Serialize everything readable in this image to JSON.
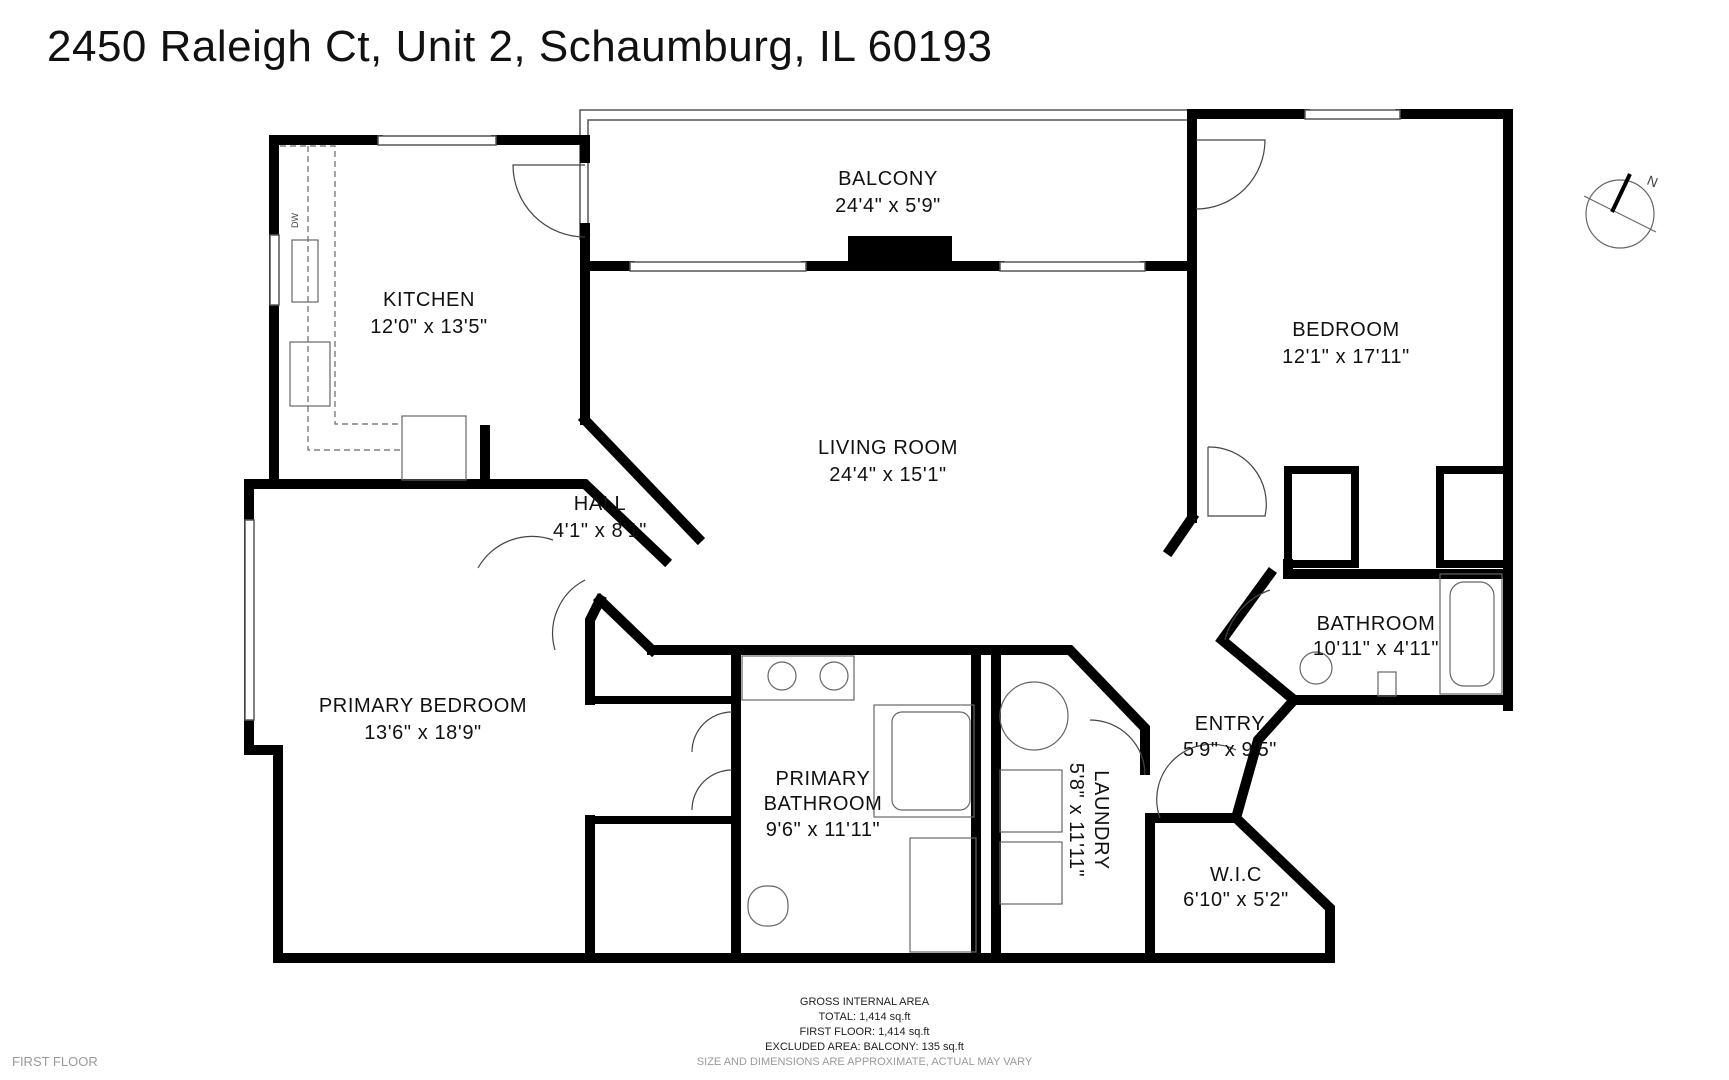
{
  "title": "2450 Raleigh Ct, Unit 2, Schaumburg, IL 60193",
  "rooms": {
    "balcony": {
      "name": "BALCONY",
      "size": "24'4\" x 5'9\""
    },
    "kitchen": {
      "name": "KITCHEN",
      "size": "12'0\" x 13'5\""
    },
    "bedroom": {
      "name": "BEDROOM",
      "size": "12'1\" x 17'11\""
    },
    "living_room": {
      "name": "LIVING ROOM",
      "size": "24'4\" x 15'1\""
    },
    "hall": {
      "name": "HALL",
      "size": "4'1\" x 8'1\""
    },
    "bathroom": {
      "name": "BATHROOM",
      "size": "10'11\" x 4'11\""
    },
    "primary_bedroom": {
      "name": "PRIMARY BEDROOM",
      "size": "13'6\" x 18'9\""
    },
    "primary_bathroom": {
      "name_line1": "PRIMARY",
      "name_line2": "BATHROOM",
      "size": "9'6\" x 11'11\""
    },
    "laundry": {
      "name": "LAUNDRY",
      "size": "5'8\" x 11'11\""
    },
    "entry": {
      "name": "ENTRY",
      "size": "5'9\" x 9'5\""
    },
    "wic": {
      "name": "W.I.C",
      "size": "6'10\" x 5'2\""
    }
  },
  "appliance_labels": {
    "dishwasher": "DW"
  },
  "compass": {
    "icon": "north-arrow-icon",
    "label": "N"
  },
  "area_summary": {
    "heading": "GROSS INTERNAL AREA",
    "total": "TOTAL: 1,414 sq.ft",
    "first_floor": "FIRST FLOOR: 1,414 sq.ft",
    "excluded": "EXCLUDED AREA: BALCONY: 135 sq.ft",
    "disclaimer": "SIZE AND DIMENSIONS ARE APPROXIMATE, ACTUAL MAY VARY"
  },
  "floor_name": "FIRST FLOOR",
  "colors": {
    "wall": "#000000",
    "background": "#ffffff",
    "fixture": "#555555",
    "muted_text": "#9a9a9a"
  }
}
